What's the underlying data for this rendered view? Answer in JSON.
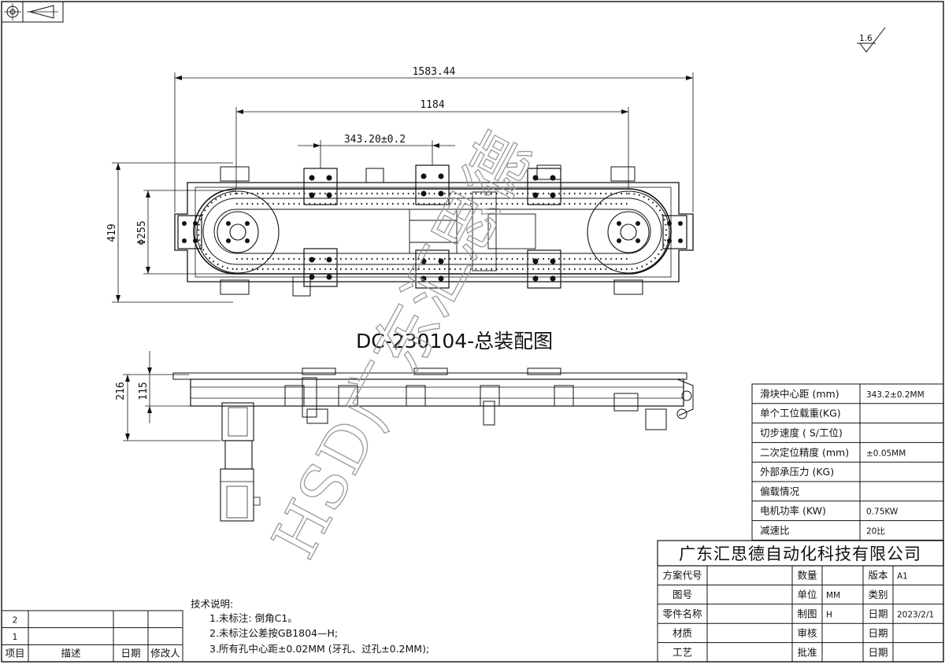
{
  "drawing_title": "DC-230104-总装配图",
  "roughness": "1.6",
  "watermark": {
    "latin": "HSD",
    "chinese": "广东汇思德"
  },
  "dimensions": {
    "overall_length": "1583.44",
    "center_distance": "1184",
    "slider_pitch": "343.20±0.2",
    "overall_width": "419",
    "wheel_diameter": "Φ255",
    "side_height": "216",
    "side_rail_height": "115"
  },
  "spec_table": [
    {
      "label": "滑块中心距 (mm)",
      "value": "343.2±0.2MM"
    },
    {
      "label": "单个工位载重(KG)",
      "value": ""
    },
    {
      "label": "切步速度 ( S/工位)",
      "value": ""
    },
    {
      "label": "二次定位精度 (mm)",
      "value": "±0.05MM"
    },
    {
      "label": "外部承压力 (KG)",
      "value": ""
    },
    {
      "label": "偏载情况",
      "value": ""
    },
    {
      "label": "电机功率 (KW)",
      "value": "0.75KW"
    },
    {
      "label": "减速比",
      "value": "20比"
    }
  ],
  "title_block": {
    "company": "广东汇思德自动化科技有限公司",
    "rows": [
      [
        "方案代号",
        "",
        "数量",
        "",
        "版本",
        "A1"
      ],
      [
        "图号",
        "",
        "单位",
        "MM",
        "类别",
        ""
      ],
      [
        "零件名称",
        "",
        "制图",
        "H",
        "日期",
        "2023/2/1"
      ],
      [
        "材质",
        "",
        "审核",
        "",
        "日期",
        ""
      ],
      [
        "工艺",
        "",
        "批准",
        "",
        "日期",
        ""
      ]
    ]
  },
  "revision_table": {
    "rows": [
      "2",
      "1"
    ],
    "headers": [
      "项目",
      "描述",
      "日期",
      "修改人"
    ]
  },
  "notes": {
    "title": "技术说明:",
    "items": [
      "1.未标注: 倒角C1。",
      "2.未标注公差按GB1804—H;",
      "3.所有孔中心距±0.02MM (牙孔、过孔±0.2MM);"
    ]
  }
}
